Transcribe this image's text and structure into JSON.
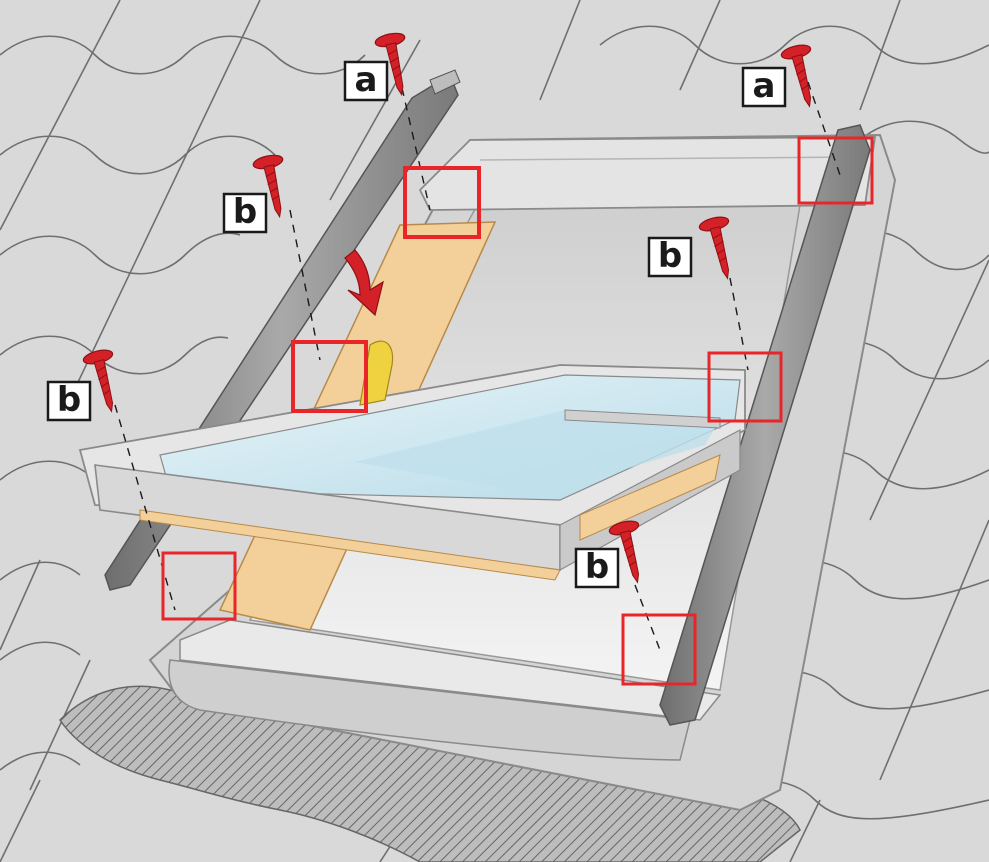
{
  "labels": {
    "a_left": "a",
    "a_right": "a",
    "b_upper_left": "b",
    "b_upper_right": "b",
    "b_left": "b",
    "b_lower_right": "b"
  },
  "colors": {
    "background": "#d9d9d9",
    "tile_line": "#6f6f6f",
    "highlight_red": "#e8262a",
    "screw_red": "#d42027",
    "flashing": "#d5d5d5",
    "flashing_edge": "#8a8a8a",
    "profile_dark": "#8d8d8d",
    "wood": "#f3cf9a",
    "glass": "#cfe6ef",
    "label_bg": "#ffffff"
  },
  "icons": {
    "arrow": "red-curved-arrow-icon",
    "screw": "screw-icon"
  }
}
